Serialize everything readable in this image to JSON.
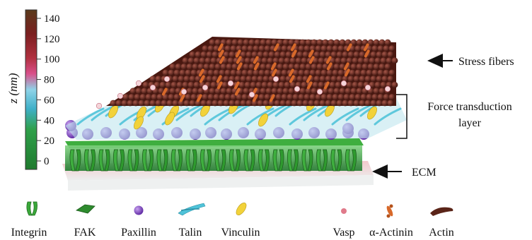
{
  "colorbar": {
    "axis_label": "z (nm)",
    "ticks": [
      "140",
      "120",
      "100",
      "80",
      "60",
      "40",
      "20",
      "0"
    ],
    "colors": [
      "#5a3a1c",
      "#7a1f1f",
      "#b0303f",
      "#d94f8a",
      "#8fd3e8",
      "#3fb0c8",
      "#2fa04a",
      "#1f7a2e"
    ]
  },
  "annotations": {
    "stress_fibers": "Stress fibers",
    "force_layer_line1": "Force transduction",
    "force_layer_line2": "layer",
    "ecm": "ECM"
  },
  "legend": [
    {
      "label": "Integrin",
      "icon": "integrin-icon",
      "color": "#3aa83a"
    },
    {
      "label": "FAK",
      "icon": "fak-icon",
      "color": "#2e8b2e"
    },
    {
      "label": "Paxillin",
      "icon": "paxillin-icon",
      "color": "#7b3fbf"
    },
    {
      "label": "Talin",
      "icon": "talin-icon",
      "color": "#4fc3d9"
    },
    {
      "label": "Vinculin",
      "icon": "vinculin-icon",
      "color": "#f2d23a"
    },
    {
      "label": "Vasp",
      "icon": "vasp-icon",
      "color": "#e07a8a"
    },
    {
      "label": "α-Actinin",
      "icon": "alpha-actinin-icon",
      "color": "#d8692a"
    },
    {
      "label": "Actin",
      "icon": "actin-icon",
      "color": "#5a2418"
    }
  ]
}
